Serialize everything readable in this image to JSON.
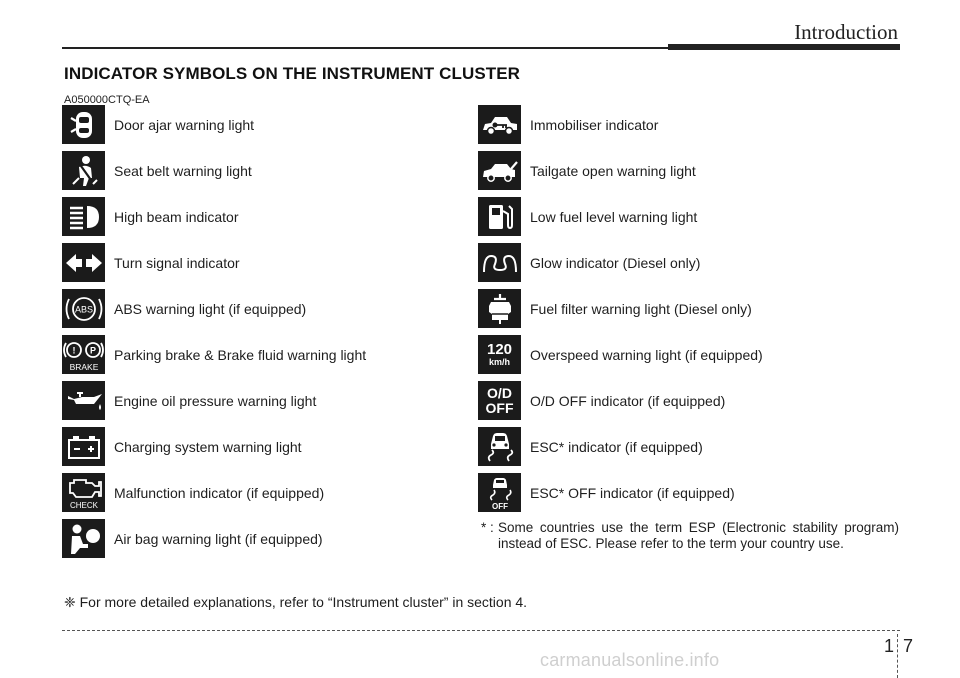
{
  "header": {
    "title": "Introduction"
  },
  "section": {
    "title": "INDICATOR SYMBOLS ON THE INSTRUMENT CLUSTER",
    "code": "A050000CTQ-EA"
  },
  "left_items": [
    {
      "label": "Door ajar warning light",
      "icon": "door-ajar-icon"
    },
    {
      "label": "Seat belt warning light",
      "icon": "seat-belt-icon"
    },
    {
      "label": "High beam indicator",
      "icon": "high-beam-icon"
    },
    {
      "label": "Turn signal indicator",
      "icon": "turn-signal-icon"
    },
    {
      "label": "ABS warning light (if equipped)",
      "icon": "abs-icon",
      "icon_text": "ABS"
    },
    {
      "label": "Parking brake & Brake fluid warning light",
      "icon": "brake-icon",
      "icon_text": "BRAKE"
    },
    {
      "label": "Engine oil pressure warning light",
      "icon": "oil-pressure-icon"
    },
    {
      "label": "Charging system warning light",
      "icon": "battery-icon"
    },
    {
      "label": "Malfunction indicator (if equipped)",
      "icon": "check-engine-icon",
      "icon_text": "CHECK"
    },
    {
      "label": "Air bag warning light (if equipped)",
      "icon": "airbag-icon"
    }
  ],
  "right_items": [
    {
      "label": "Immobiliser indicator",
      "icon": "immobiliser-icon"
    },
    {
      "label": "Tailgate open warning light",
      "icon": "tailgate-icon"
    },
    {
      "label": "Low fuel level warning light",
      "icon": "fuel-icon"
    },
    {
      "label": "Glow indicator (Diesel only)",
      "icon": "glow-plug-icon"
    },
    {
      "label": "Fuel filter warning light (Diesel only)",
      "icon": "fuel-filter-icon"
    },
    {
      "label": "Overspeed warning light (if equipped)",
      "icon": "overspeed-icon",
      "icon_text": "120",
      "icon_sub": "km/h"
    },
    {
      "label": "O/D OFF indicator (if equipped)",
      "icon": "od-off-icon",
      "icon_text": "O/D",
      "icon_sub": "OFF"
    },
    {
      "label": "ESC* indicator (if equipped)",
      "icon": "esc-icon"
    },
    {
      "label": "ESC* OFF indicator (if equipped)",
      "icon": "esc-off-icon",
      "icon_sub": "OFF"
    }
  ],
  "note": {
    "mark": "* :",
    "text": "Some countries use the term ESP (Electronic stability program) instead of ESC. Please refer to the term your country use."
  },
  "footnote": "❈ For more detailed explanations, refer to “Instrument cluster” in section 4.",
  "page": {
    "chapter": "1",
    "number": "7"
  },
  "watermark": "carmanualsonline.info",
  "colors": {
    "icon_bg": "#1b1b1b",
    "text": "#1e1e1e",
    "watermark": "#cfcfcf"
  }
}
